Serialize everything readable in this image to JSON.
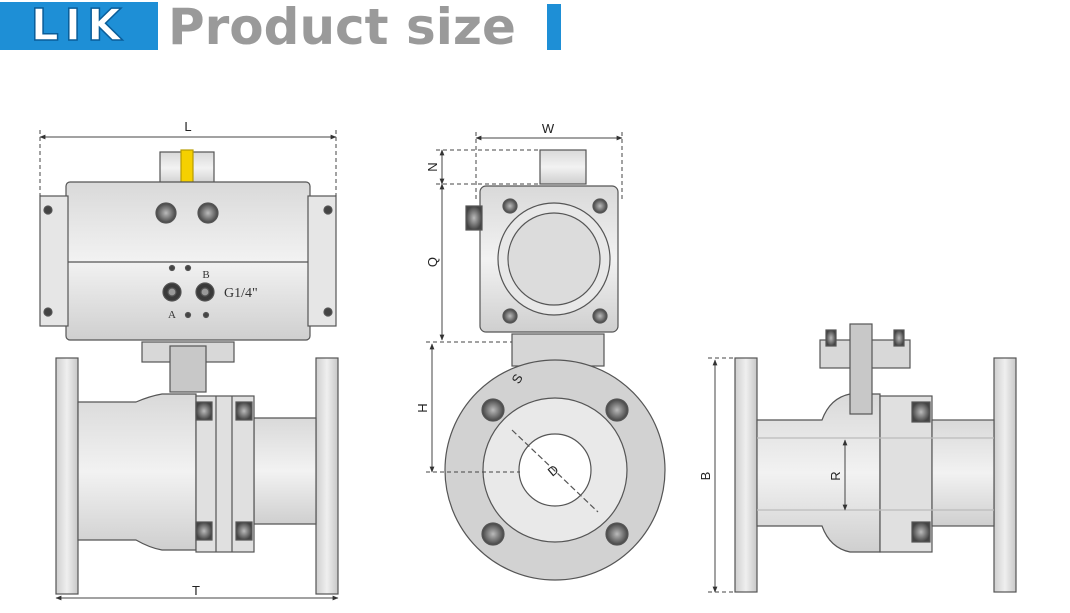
{
  "header": {
    "logo_text": "LIK",
    "title": "Product size"
  },
  "actuator": {
    "port_a": "A",
    "port_b": "B",
    "thread": "G1/4\""
  },
  "dimensions": {
    "L": "L",
    "T": "T",
    "W": "W",
    "N": "N",
    "Q": "Q",
    "H": "H",
    "S": "S",
    "D": "D",
    "B": "B",
    "R": "R"
  },
  "colors": {
    "brand": "#1e8fd6",
    "title_gray": "#9a9a9a",
    "indicator": "#f5d000"
  }
}
